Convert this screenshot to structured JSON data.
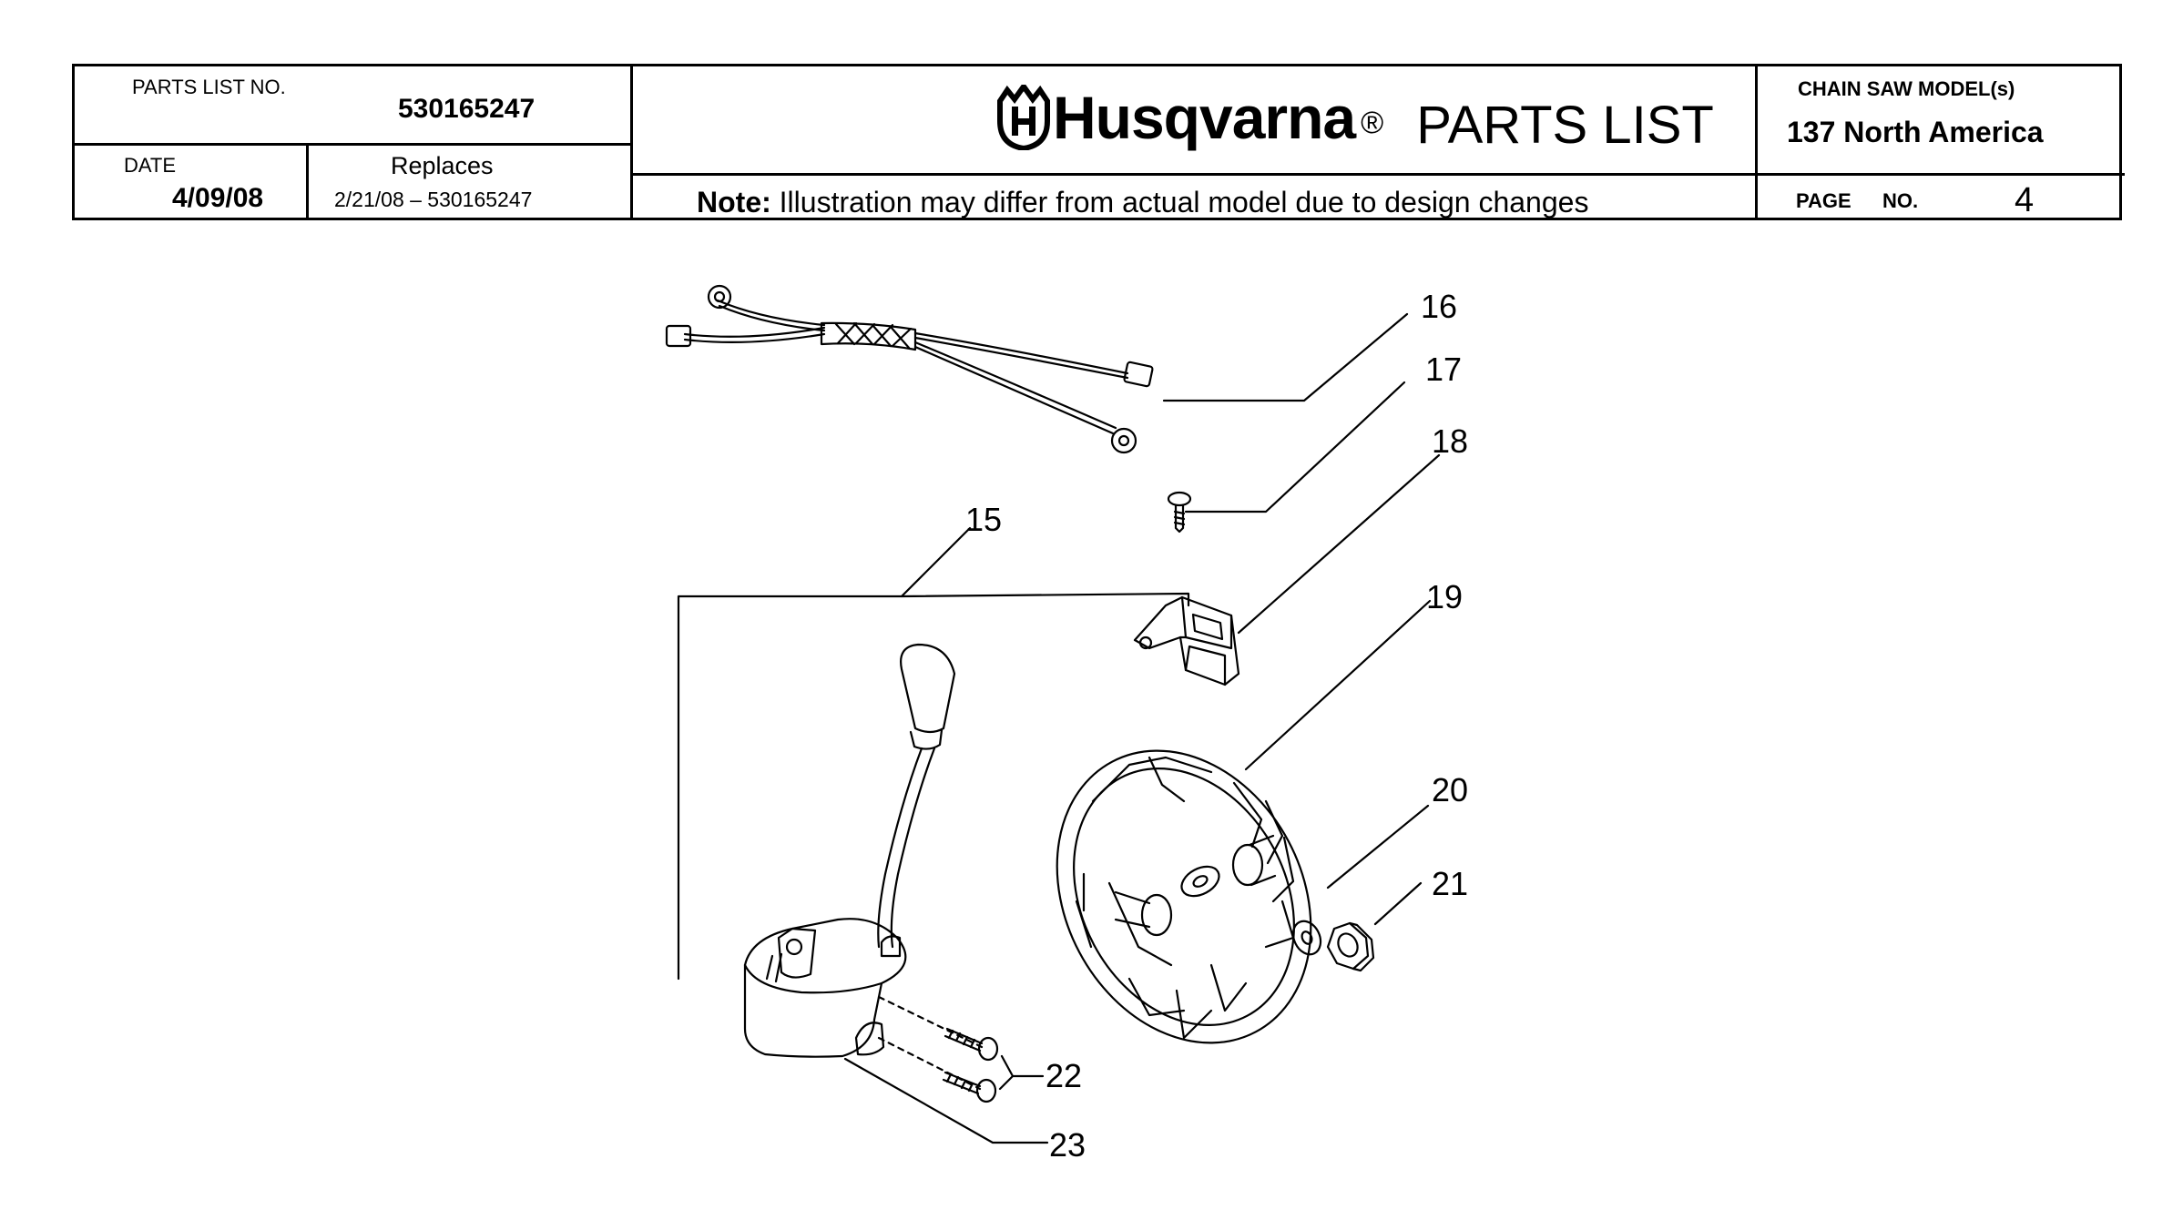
{
  "header": {
    "parts_list_label": "PARTS LIST NO.",
    "parts_list_number": "530165247",
    "date_label": "DATE",
    "date_value": "4/09/08",
    "replaces_label": "Replaces",
    "replaces_value": "2/21/08 – 530165247",
    "brand": "Husqvarna",
    "registered_mark": "®",
    "title": "PARTS LIST",
    "note_label": "Note:",
    "note_text": "Illustration may differ from actual model due to design changes",
    "model_label": "CHAIN SAW MODEL(s)",
    "model_value": "137 North America",
    "page_label": "PAGE",
    "page_no_label": "NO.",
    "page_number": "4"
  },
  "diagram": {
    "callouts": [
      {
        "id": "15",
        "part": "ignition-module"
      },
      {
        "id": "16",
        "part": "wire-harness"
      },
      {
        "id": "17",
        "part": "screw"
      },
      {
        "id": "18",
        "part": "switch"
      },
      {
        "id": "19",
        "part": "flywheel"
      },
      {
        "id": "20",
        "part": "washer"
      },
      {
        "id": "21",
        "part": "nut"
      },
      {
        "id": "22",
        "part": "screws"
      },
      {
        "id": "23",
        "part": "ignition-coil"
      }
    ]
  }
}
